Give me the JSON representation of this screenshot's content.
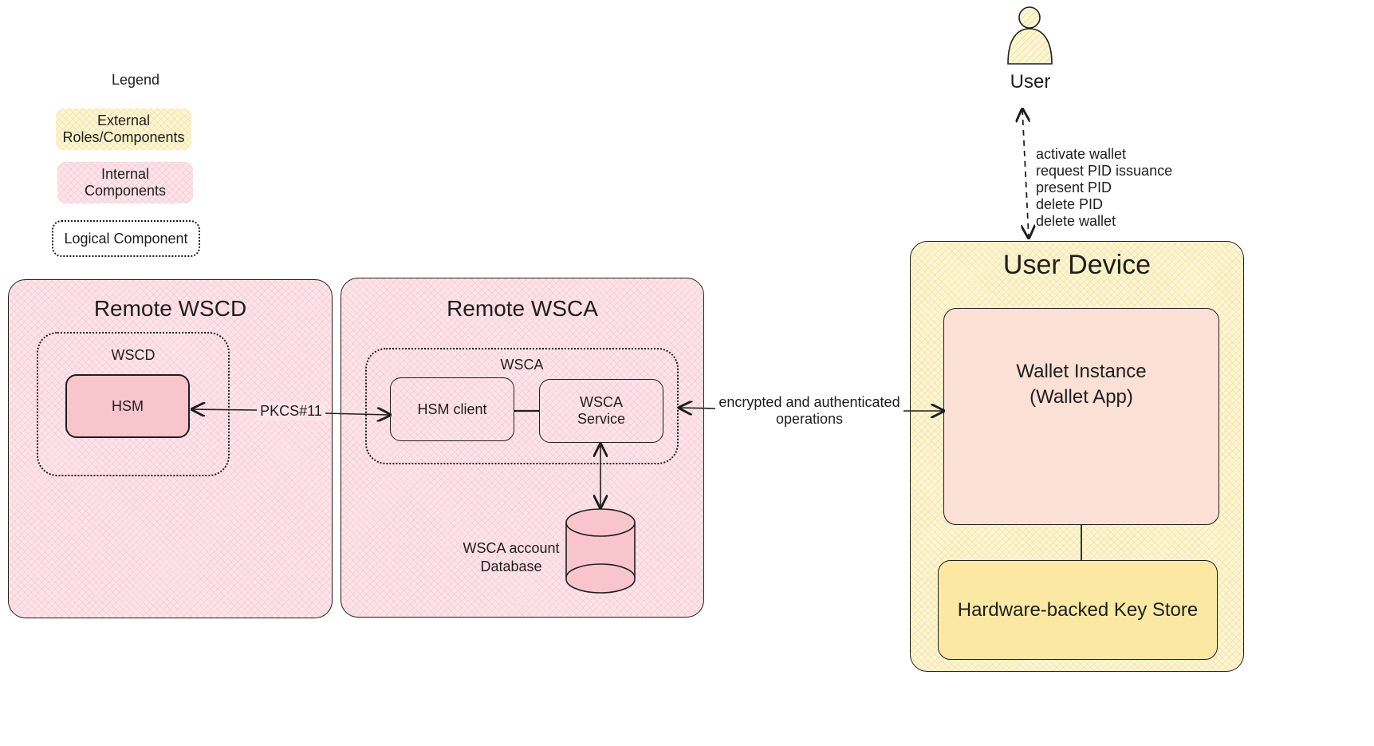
{
  "legend": {
    "title": "Legend",
    "external": "External\nRoles/Components",
    "internal": "Internal\nComponents",
    "logical": "Logical Component"
  },
  "user": {
    "label": "User",
    "actions": [
      "activate wallet",
      "request PID issuance",
      "present PID",
      "delete PID",
      "delete wallet"
    ]
  },
  "remote_wscd": {
    "title": "Remote WSCD",
    "group_label": "WSCD",
    "hsm": "HSM"
  },
  "remote_wsca": {
    "title": "Remote WSCA",
    "group_label": "WSCA",
    "hsm_client": "HSM client",
    "service": "WSCA\nService",
    "database": "WSCA account\nDatabase"
  },
  "connections": {
    "pkcs": "PKCS#11",
    "encrypted": "encrypted and authenticated\noperations"
  },
  "user_device": {
    "title": "User Device",
    "wallet_instance": "Wallet Instance\n(Wallet App)",
    "key_store": "Hardware-backed Key Store"
  },
  "colors": {
    "internal_fill": "#fde4ea",
    "external_fill": "#fdf5d2",
    "hsm_fill": "#f9c5cc",
    "key_store_fill": "#fbe9a3",
    "wallet_fill": "#fbe0d6"
  }
}
